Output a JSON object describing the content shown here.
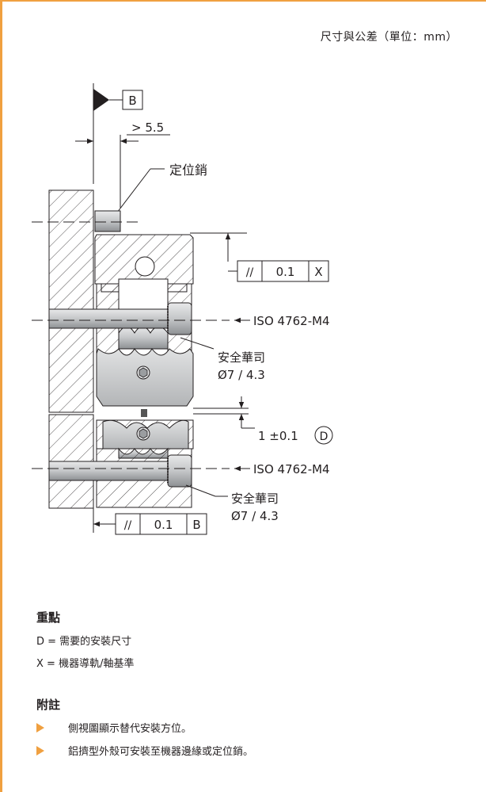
{
  "header": {
    "units_note": "尺寸與公差（單位：mm）"
  },
  "drawing": {
    "datum_top": "B",
    "dim_min_gap": "> 5.5",
    "locating_pin_label": "定位銷",
    "fcf_top": {
      "symbol": "//",
      "value": "0.1",
      "datum": "X"
    },
    "screw_label_1": "ISO 4762-M4",
    "washer_label_1": "安全華司",
    "washer_dim_1": "Ø7 / 4.3",
    "gap_dim": "1 ±0.1",
    "gap_datum": "D",
    "screw_label_2": "ISO 4762-M4",
    "washer_label_2": "安全華司",
    "washer_dim_2": "Ø7 / 4.3",
    "fcf_bottom": {
      "symbol": "//",
      "value": "0.1",
      "datum": "B"
    }
  },
  "legend": {
    "title": "重點",
    "items": [
      "D = 需要的安裝尺寸",
      "X = 機器導軌/軸基準"
    ]
  },
  "notes": {
    "title": "附註",
    "items": [
      "側視圖顯示替代安裝方位。",
      "鋁擠型外殼可安裝至機器邊緣或定位銷。"
    ]
  },
  "colors": {
    "accent": "#f0a040",
    "line": "#231f20",
    "steel": "#c9cacc"
  }
}
